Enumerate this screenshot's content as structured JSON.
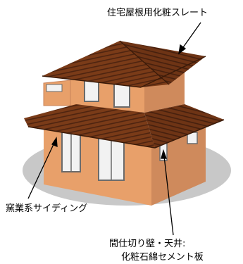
{
  "labels": {
    "roof": "住宅屋根用化粧スレート",
    "siding": "窯業系サイディング",
    "interior_line1": "間仕切り壁・天井:",
    "interior_line2": "化粧石綿セメント板"
  },
  "colors": {
    "roof": "#7a3b18",
    "roof_stripe": "#4e2410",
    "wall": "#e8a06a",
    "wall_shade": "#c9835a",
    "ground": "#c8c8c8",
    "window_glass": "#f2f2f2",
    "window_frame": "#6b6b6b"
  }
}
